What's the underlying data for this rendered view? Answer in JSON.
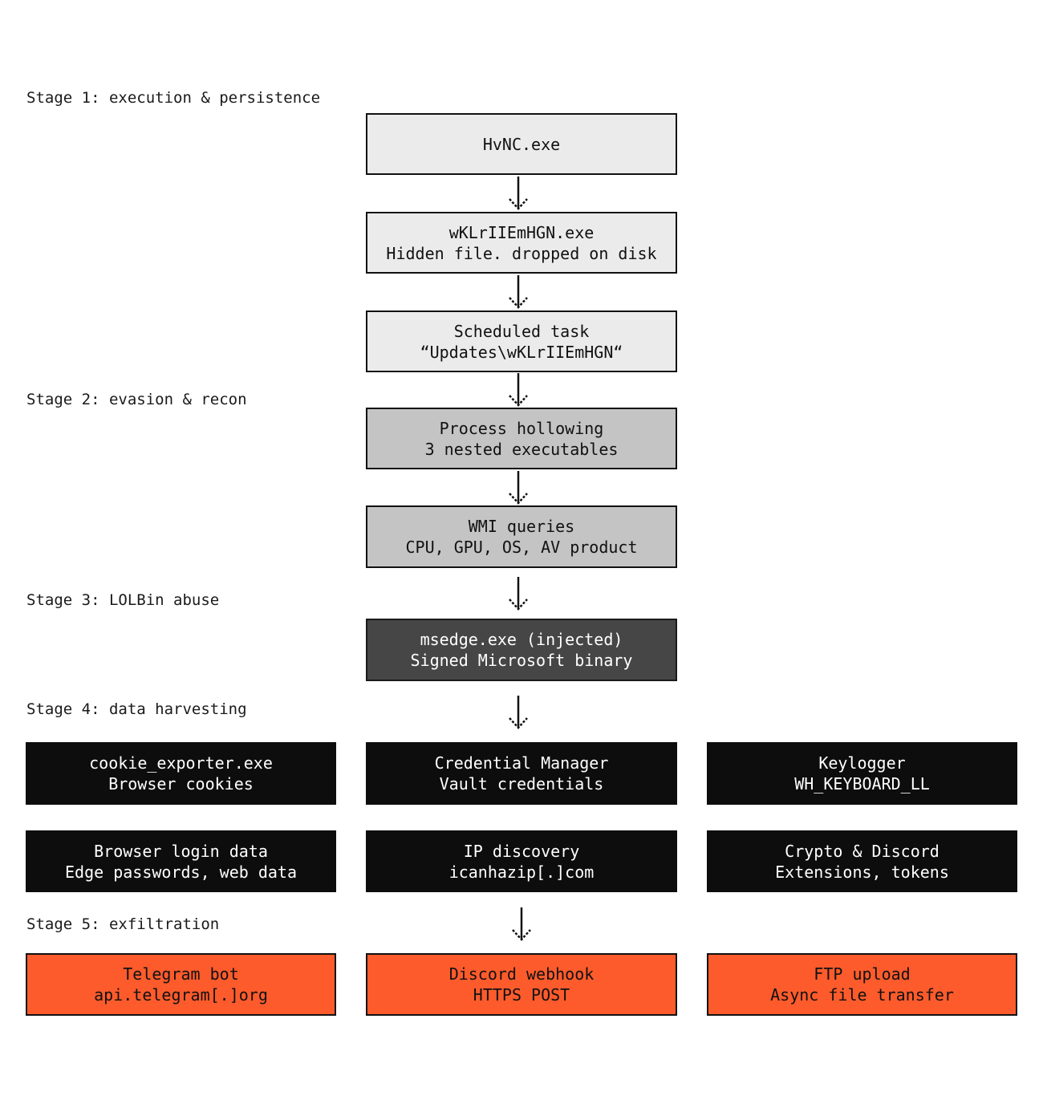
{
  "stages": [
    {
      "label": "Stage 1: execution & persistence"
    },
    {
      "label": "Stage 2: evasion & recon"
    },
    {
      "label": "Stage 3: LOLBin abuse"
    },
    {
      "label": "Stage 4: data harvesting"
    },
    {
      "label": "Stage 5: exfiltration"
    }
  ],
  "nodes": {
    "hvnc": {
      "line1": "HvNC.exe"
    },
    "dropped": {
      "line1": "wKLrIIEmHGN.exe",
      "line2": "Hidden file. dropped on disk"
    },
    "task": {
      "line1": "Scheduled task",
      "line2": "“Updates\\wKLrIIEmHGN“"
    },
    "hollowing": {
      "line1": "Process hollowing",
      "line2": "3 nested executables"
    },
    "wmi": {
      "line1": "WMI queries",
      "line2": "CPU, GPU, OS, AV product"
    },
    "msedge": {
      "line1": "msedge.exe (injected)",
      "line2": "Signed Microsoft binary"
    },
    "cookie": {
      "line1": "cookie_exporter.exe",
      "line2": "Browser cookies"
    },
    "credman": {
      "line1": "Credential Manager",
      "line2": "Vault credentials"
    },
    "keylogger": {
      "line1": "Keylogger",
      "line2": "WH_KEYBOARD_LL"
    },
    "login": {
      "line1": "Browser login data",
      "line2": "Edge passwords, web data"
    },
    "ip": {
      "line1": "IP discovery",
      "line2": "icanhazip[.]com"
    },
    "crypto": {
      "line1": "Crypto & Discord",
      "line2": "Extensions, tokens"
    },
    "telegram": {
      "line1": "Telegram bot",
      "line2": "api.telegram[.]org"
    },
    "discord": {
      "line1": "Discord webhook",
      "line2": "HTTPS POST"
    },
    "ftp": {
      "line1": "FTP upload",
      "line2": "Async file transfer"
    }
  },
  "colors": {
    "light": "#ebebeb",
    "mid": "#c4c4c4",
    "dark": "#464646",
    "black": "#0d0d0d",
    "accent_orange": "#fd5b2c"
  },
  "icons": {
    "arrow": "down-arrow-icon"
  }
}
